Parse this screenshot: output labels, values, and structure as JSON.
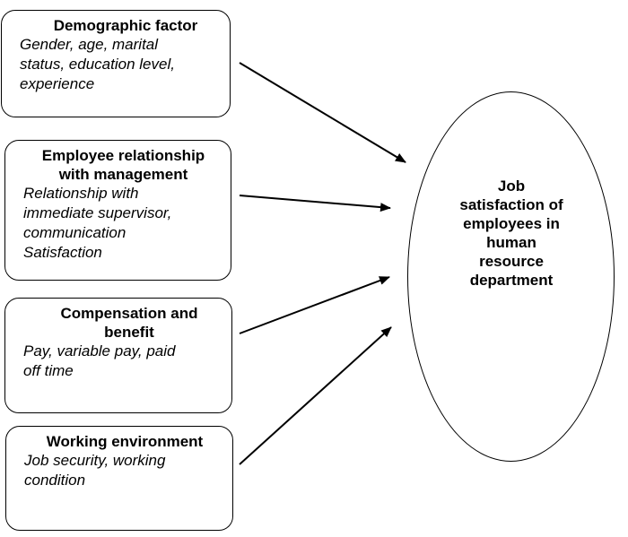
{
  "boxes": [
    {
      "title": "Demographic factor",
      "description": "Gender, age, marital\nstatus, education level,\nexperience"
    },
    {
      "title": "Employee relationship\nwith management",
      "description": "Relationship with\nimmediate supervisor,\ncommunication\nSatisfaction"
    },
    {
      "title": "Compensation and\nbenefit",
      "description": "Pay, variable pay, paid\noff time"
    },
    {
      "title": "Working environment",
      "description": "Job security, working\ncondition"
    }
  ],
  "outcome": {
    "label": "Job\nsatisfaction of\nemployees in\nhuman\nresource\ndepartment"
  },
  "colors": {
    "stroke": "#000000",
    "background": "#ffffff"
  }
}
